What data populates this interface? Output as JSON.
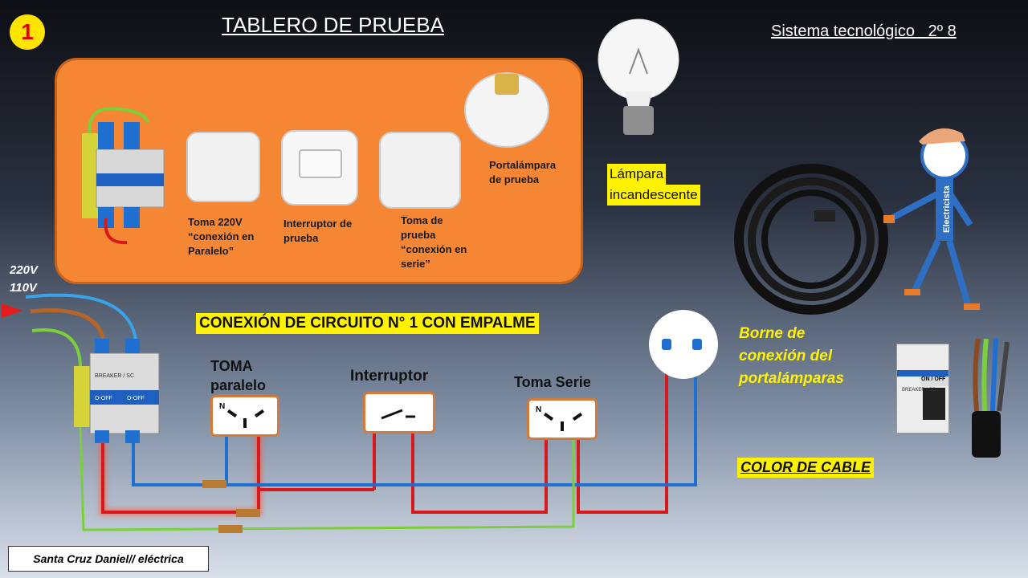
{
  "header": {
    "badge": "1",
    "title": "TABLERO DE PRUEBA",
    "subject": "Sistema tecnológico   2º 8"
  },
  "panel": {
    "toma220": "Toma 220V\n“conexión en\nParalelo”",
    "interruptor": "Interruptor de\nprueba",
    "tomaSerie": "Toma de\nprueba\n“conexión en\nserie”",
    "portalampara": "Portalámpara\nde prueba"
  },
  "lamp": {
    "label1": "Lámpara",
    "label2": "incandescente"
  },
  "electricista": {
    "shirt_text": "Electricista"
  },
  "voltages": {
    "v1": "220V",
    "v2": "110V"
  },
  "circuit": {
    "heading": "CONEXIÓN DE CIRCUITO  N° 1 CON EMPALME",
    "toma_paralelo": "TOMA\nparalelo",
    "interruptor": "Interruptor",
    "toma_serie": "Toma Serie",
    "neutral_mark": "N"
  },
  "breaker": {
    "brand": "BREAKER / SC",
    "off": "O-OFF",
    "onoff": "ON / OFF"
  },
  "borne": {
    "line1": "Borne de",
    "line2": "conexión del",
    "line3": "portalámparas"
  },
  "cable": {
    "label": "COLOR DE CABLE"
  },
  "author": "Santa Cruz Daniel// eléctrica",
  "colors": {
    "panel": "#f58634",
    "highlight": "#fff200",
    "wire_red": "#d7191c",
    "wire_blue": "#1f6fd1",
    "wire_green": "#7ccf3c",
    "wire_brown": "#a0522d"
  }
}
